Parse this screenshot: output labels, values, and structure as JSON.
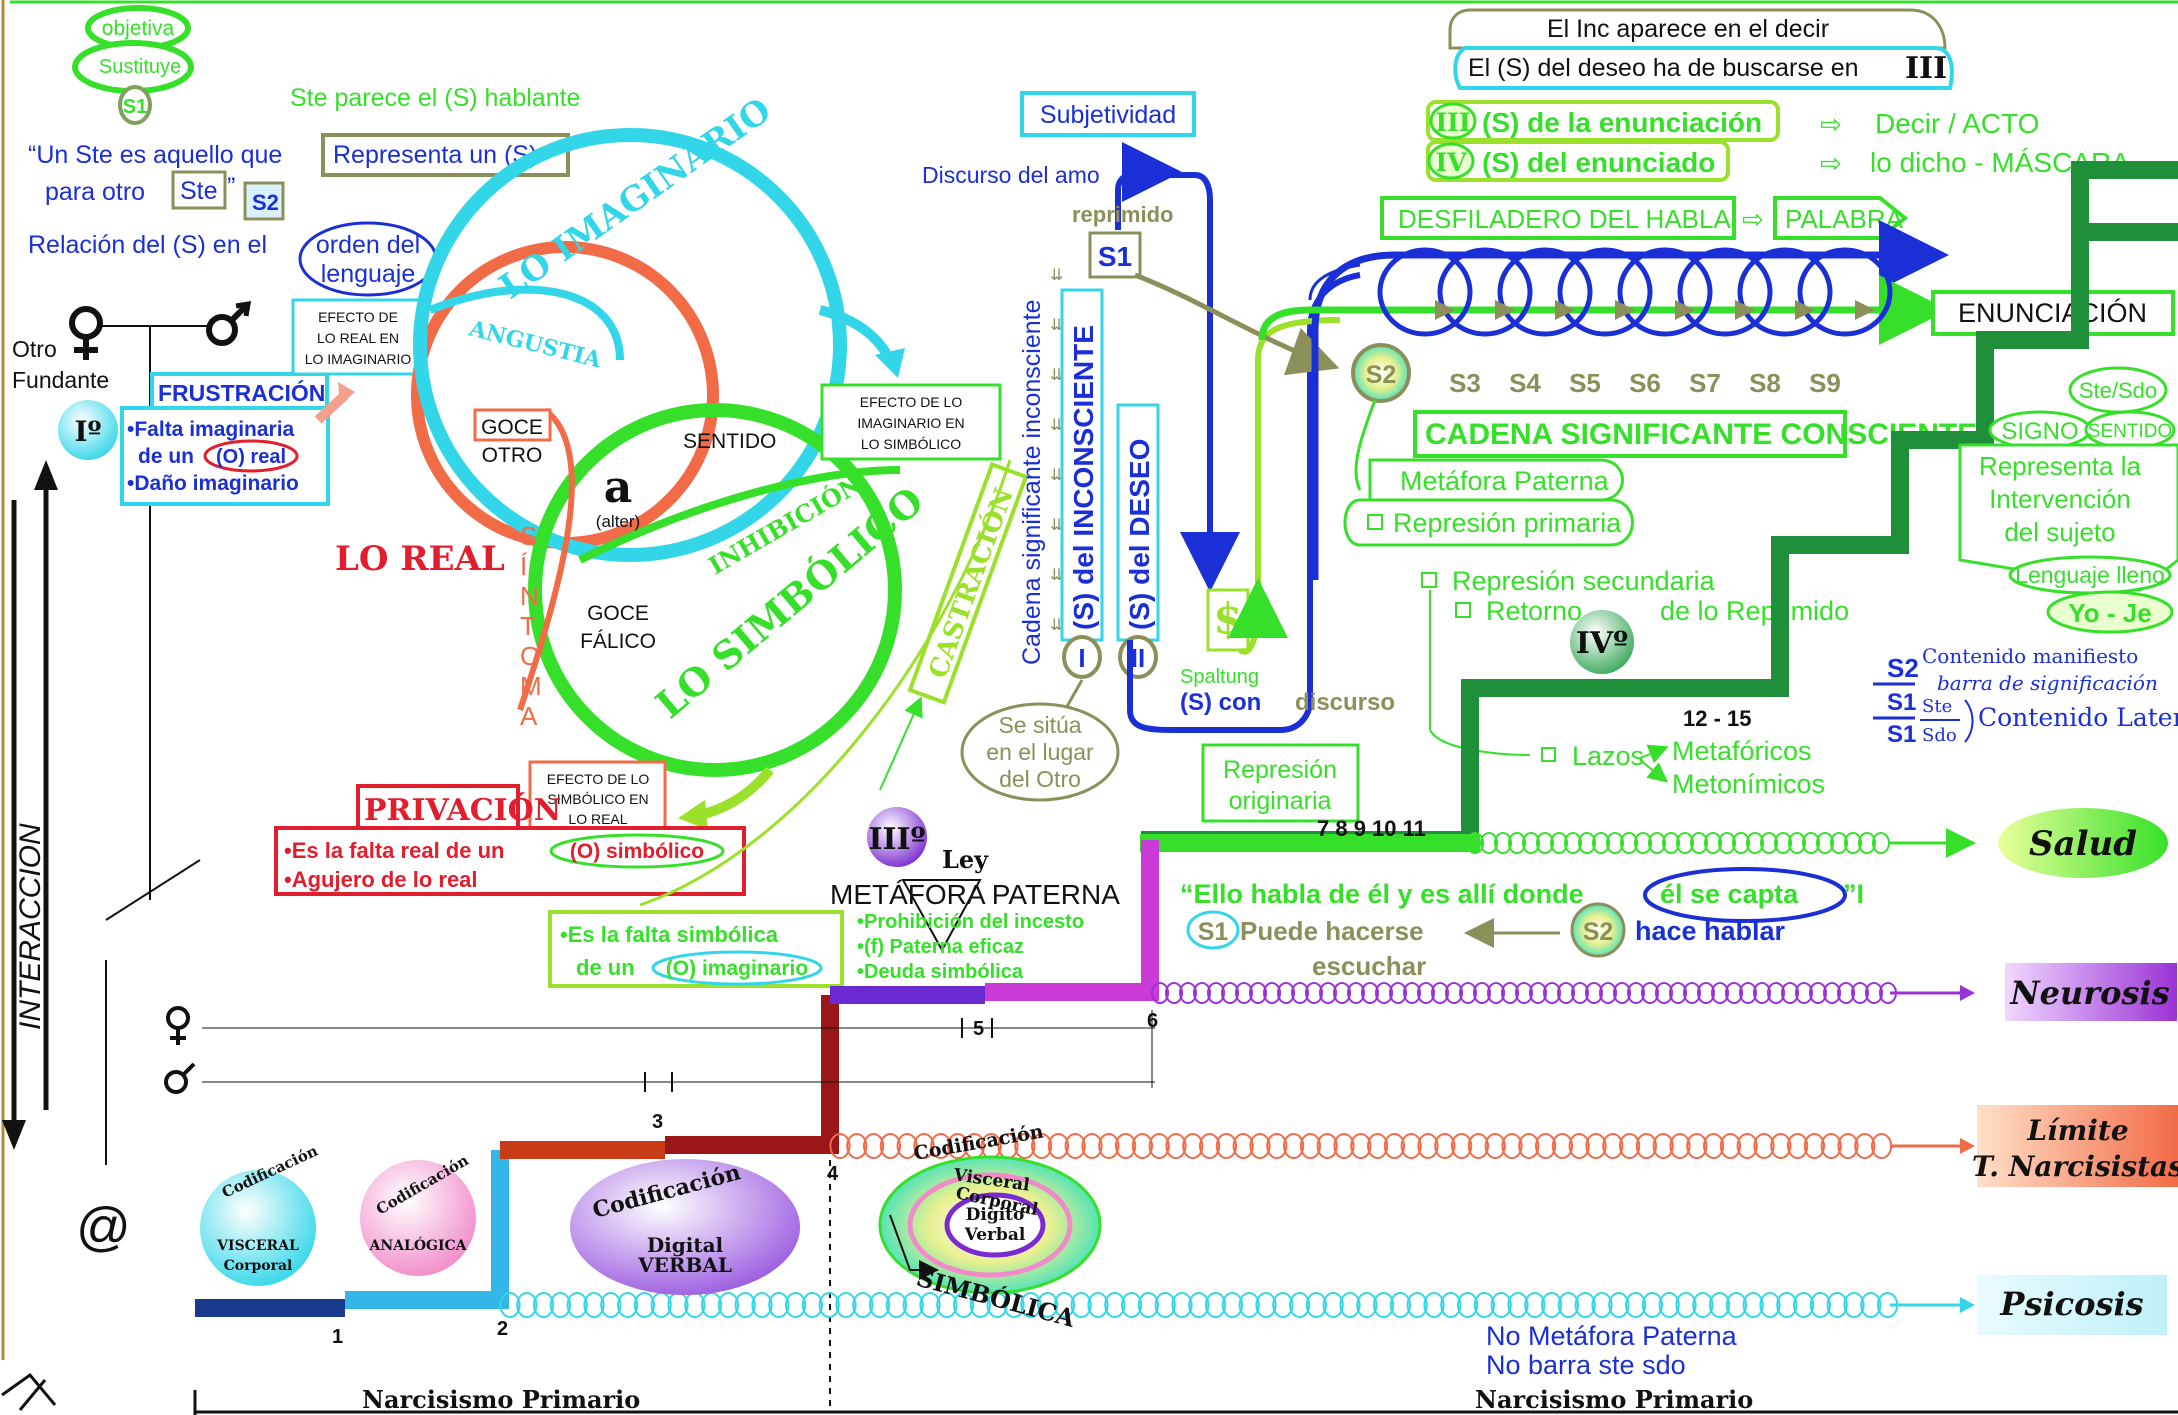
{
  "colors": {
    "imaginario": "#33d6e8",
    "real": "#f26b47",
    "simbolico": "#36e02a",
    "blue": "#1a2fd6",
    "green_dark": "#1f8f3a",
    "olive": "#8c8f5a",
    "purple": "#9a33d6",
    "maroon": "#9b1616",
    "red": "#e01e2d"
  },
  "top_left": {
    "objetiva": "objetiva",
    "sustituye": "Sustituye",
    "s1": "S1",
    "ste_parece": "Ste parece el (S) hablante",
    "un_ste": "“Un Ste es aquello que",
    "representa": "Representa un (S)",
    "para_otro": "para otro",
    "ste": "Ste",
    "quote_end": "”",
    "s2": "S2",
    "relacion": "Relación del (S) en el",
    "orden": "orden del",
    "lenguaje": "lenguaje"
  },
  "left": {
    "otro": "Otro",
    "fundante": "Fundante",
    "frustracion": "FRUSTRACIÓN",
    "roman1": "Iº",
    "falta_imaginaria": "•Falta imaginaria",
    "de_un": "de un",
    "o_real": "(O) real",
    "dano": "•Daño imaginario",
    "interaccion": "INTERACCION",
    "at": "@",
    "efecto_real_1": "EFECTO DE",
    "efecto_real_2": "LO REAL EN",
    "efecto_real_3": "LO IMAGINARIO"
  },
  "rings": {
    "lo_imaginario": "LO IMAGINARIO",
    "angustia": "ANGUSTIA",
    "goce_otro_1": "GOCE",
    "goce_otro_2": "OTRO",
    "sentido": "SENTIDO",
    "a": "a",
    "alter": "(alter)",
    "lo_real": "LO REAL",
    "sintoma": "SÍNTOMA",
    "goce_falico_1": "GOCE",
    "goce_falico_2": "FÁLICO",
    "inhibicion": "INHIBICIÓN",
    "lo_simbolico": "LO SIMBÓLICO",
    "castracion": "CASTRACIÓN",
    "efecto_imag_1": "EFECTO DE LO",
    "efecto_imag_2": "IMAGINARIO EN",
    "efecto_imag_3": "LO SIMBÓLICO",
    "efecto_simb_1": "EFECTO DE LO",
    "efecto_simb_2": "SIMBÓLICO EN",
    "efecto_simb_3": "LO REAL"
  },
  "privacion": {
    "title": "PRIVACIÓN",
    "l1": "•Es la falta real de un",
    "o_simb": "(O) simbólico",
    "l2": "•Agujero de lo real"
  },
  "castracion_note": {
    "l1": "•Es la falta simbólica",
    "l2": "de un",
    "o_imag": "(O) imaginario"
  },
  "center": {
    "subjetividad": "Subjetividad",
    "discurso_amo": "Discurso del amo",
    "reprimido": "reprimido",
    "s1": "S1",
    "cadena_inc": "Cadena significante inconsciente",
    "s_inconsciente": "(S) del INCONSCIENTE",
    "s_deseo": "(S) del DESEO",
    "roman_i": "I",
    "roman_ii": "II",
    "se_situa_1": "Se sitúa",
    "se_situa_2": "en el lugar",
    "se_situa_3": "del Otro",
    "dollar": "$",
    "spaltung": "Spaltung",
    "s_con": "(S) con",
    "discurso": "discurso",
    "s2": "S2",
    "representacion_1": "Represión",
    "representacion_2": "originaria"
  },
  "top_right": {
    "inc_aparece": "El Inc aparece en el decir",
    "s_deseo_buscarse": "El (S) del deseo ha de buscarse en",
    "iii": "III",
    "iii_label": "(S) de la enunciación",
    "iv": "IV",
    "iv_label": "(S) del enunciado",
    "decir_acto": "Decir / ACTO",
    "lo_dicho": "lo dicho - MÁSCARA",
    "arrow_glyph": "⇨",
    "desfiladero": "DESFILADERO DEL HABLA",
    "palabra": "PALABRA",
    "enunciacion": "ENUNCIACIÓN",
    "chain": [
      "S3",
      "S4",
      "S5",
      "S6",
      "S7",
      "S8",
      "S9"
    ],
    "cadena_consc": "CADENA SIGNIFICANTE CONSCIENTE",
    "metafora_paterna": "Metáfora Paterna",
    "represion_primaria": "Represión primaria",
    "represion_secundaria": "Represión secundaria",
    "retorno": "Retorno",
    "de_lo_reprimido": "de lo Reprimido",
    "iv_circle": "IVº",
    "ste_sdo": "Ste/Sdo",
    "signo": "SIGNO",
    "sentido": "SENTIDO",
    "representa_1": "Representa la",
    "representa_2": "Intervención",
    "representa_3": "del sujeto",
    "lenguaje_lleno": "Lenguaje lleno",
    "yo_je": "Yo - Je",
    "contenido_manifiesto": "Contenido manifiesto",
    "barra": "barra de significación",
    "contenido_latente": "Contenido Latente",
    "frac_s2": "S2",
    "frac_s1": "S1",
    "frac_s1b": "S1",
    "frac_ste": "Ste",
    "frac_sdo": "Sdo",
    "lazos": "Lazos",
    "metaforicos": "Metafóricos",
    "metonimicos": "Metonímicos",
    "num_12_15": "12 - 15"
  },
  "law": {
    "roman3": "IIIº",
    "ley": "Ley",
    "metafora": "METÁFORA PATERNA",
    "l1": "•Prohibición del incesto",
    "l2": "•(f) Paterna eficaz",
    "l3": "•Deuda simbólica",
    "ello_habla": "“Ello habla de él y es allí donde",
    "se_capta": "él se capta",
    "ello_end": "”I",
    "s1": "S1",
    "puede_hacerse": "Puede hacerse",
    "escuchar": "escuchar",
    "s2": "S2",
    "hace_hablar": "hace hablar",
    "nums_7_11": "7 8 9 10 11"
  },
  "outcomes": {
    "salud": "Salud",
    "neurosis": "Neurosis",
    "limite_1": "Límite",
    "limite_2": "T. Narcisistas",
    "psicosis": "Psicosis",
    "no_metafora": "No Metáfora Paterna",
    "no_barra": "No barra ste sdo"
  },
  "bottom": {
    "cod1_title": "Codificación",
    "cod1_a": "VISCERAL",
    "cod1_b": "Corporal",
    "cod2_title": "Codificación",
    "cod2_a": "ANALÓGICA",
    "cod3_title": "Codificación",
    "cod3_a": "Digital",
    "cod3_b": "VERBAL",
    "cod4_title": "Codificación",
    "cod4_a": "Visceral",
    "cod4_b": "Corporal",
    "cod4_c": "Digito",
    "cod4_d": "Verbal",
    "simbolica": "SIMBÓLICA",
    "n1": "1",
    "n2": "2",
    "n3": "3",
    "n4": "4",
    "n5": "5",
    "n6": "6",
    "narcisismo_left": "Narcisismo Primario",
    "narcisismo_right": "Narcisismo Primario"
  }
}
